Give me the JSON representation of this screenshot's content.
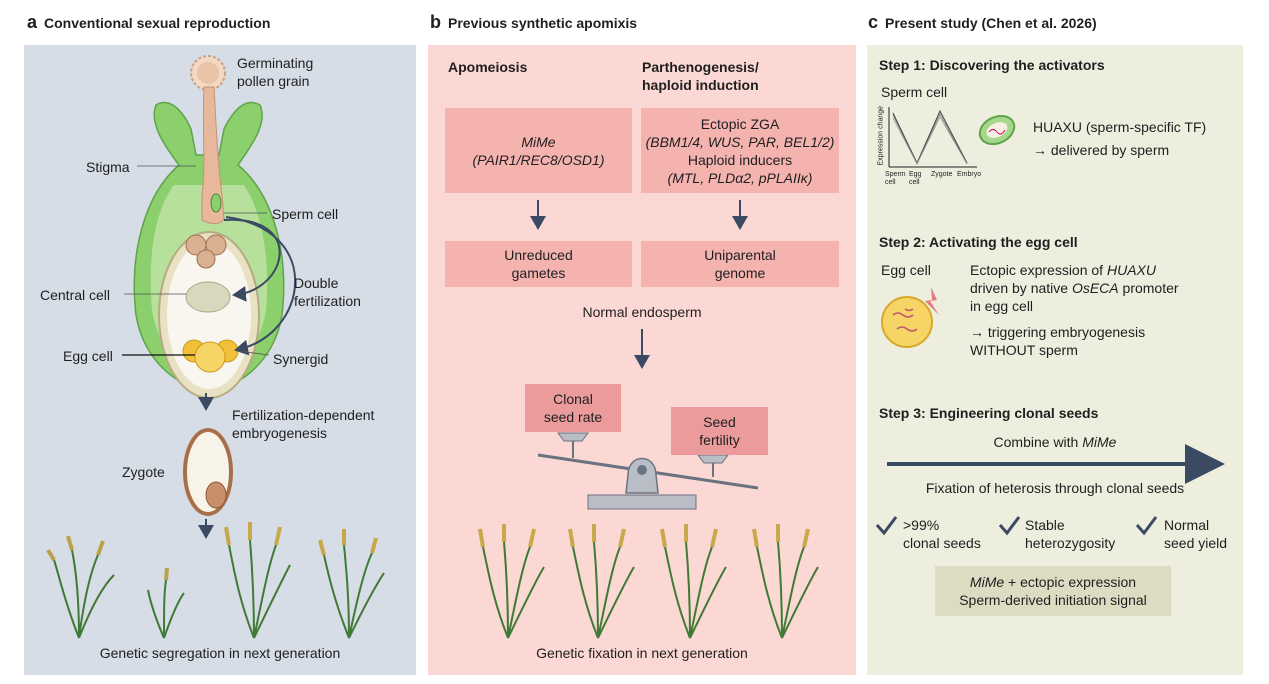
{
  "panel_a": {
    "letter": "a",
    "title": "Conventional sexual reproduction",
    "labels": {
      "pollen_1": "Germinating",
      "pollen_2": "pollen grain",
      "stigma": "Stigma",
      "sperm_cell": "Sperm cell",
      "double_1": "Double",
      "double_2": "fertilization",
      "central_cell": "Central cell",
      "egg_cell": "Egg cell",
      "synergid": "Synergid",
      "fert_1": "Fertilization-dependent",
      "fert_2": "embryogenesis",
      "zygote": "Zygote",
      "footer": "Genetic segregation in next generation"
    }
  },
  "panel_b": {
    "letter": "b",
    "title": "Previous synthetic apomixis",
    "apomeiosis": "Apomeiosis",
    "parth_1": "Parthenogenesis/",
    "parth_2": "haploid induction",
    "mime_1": "MiMe",
    "mime_2": "(PAIR1/REC8/OSD1)",
    "zga_1": "Ectopic ZGA",
    "zga_2": "(BBM1/4, WUS, PAR, BEL1/2)",
    "hap_1": "Haploid inducers",
    "hap_2": "(MTL, PLDα2, pPLAIIκ)",
    "unred_1": "Unreduced",
    "unred_2": "gametes",
    "unip_1": "Uniparental",
    "unip_2": "genome",
    "normal_endosperm": "Normal endosperm",
    "clonal_1": "Clonal",
    "clonal_2": "seed rate",
    "seed_1": "Seed",
    "seed_2": "fertility",
    "footer": "Genetic fixation in next generation"
  },
  "panel_c": {
    "letter": "c",
    "title": "Present study (Chen et al. 2026)",
    "step1": "Step 1: Discovering the activators",
    "sperm_cell": "Sperm cell",
    "chart_ylabel": "Expression change",
    "chart_ticks": [
      "Sperm cell",
      "Egg cell",
      "Zygote",
      "Embryo"
    ],
    "huaxu_1": "HUAXU (sperm-specific TF)",
    "huaxu_2": "→ delivered by sperm",
    "step2": "Step 2: Activating the egg cell",
    "egg_cell": "Egg cell",
    "ect_1a": "Ectopic expression of ",
    "ect_1b": "HUAXU",
    "ect_2a": "driven by native ",
    "ect_2b": "OsECA",
    "ect_2c": " promoter",
    "ect_3": "in egg cell",
    "trig_1": "→ triggering embryogenesis",
    "trig_2": "WITHOUT sperm",
    "step3": "Step 3: Engineering clonal seeds",
    "combine_a": "Combine with ",
    "combine_b": "MiMe",
    "fixation": "Fixation of heterosis through clonal seeds",
    "check1_1": ">99%",
    "check1_2": "clonal seeds",
    "check2_1": "Stable",
    "check2_2": "heterozygosity",
    "check3_1": "Normal",
    "check3_2": "seed yield",
    "sum_1a": "MiMe",
    "sum_1b": " + ectopic expression",
    "sum_2": "Sperm-derived initiation signal"
  },
  "colors": {
    "panel_a_bg": "#d6dde6",
    "panel_b_bg": "#fbd8d3",
    "panel_c_bg": "#eeeedf",
    "pink_box": "#f5b3b0",
    "arrow": "#3b4a63",
    "green": "#8ccf6d"
  }
}
